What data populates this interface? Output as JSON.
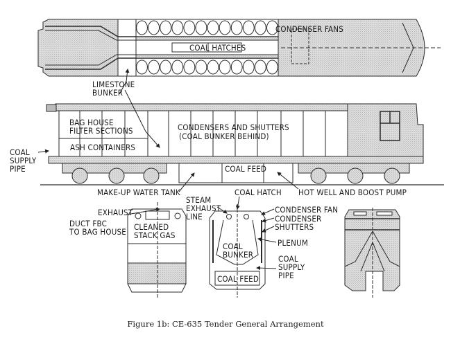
{
  "figure": {
    "caption": "Figure 1b:  CE-635 Tender General Arrangement",
    "colors": {
      "line": "#2a2a2a",
      "shade": "#d9d9d9",
      "background": "#ffffff"
    }
  },
  "plan_view": {
    "labels": {
      "condenser_fans": "CONDENSER FANS",
      "coal_hatches": "COAL HATCHES",
      "limestone_bunker_1": "LIMESTONE",
      "limestone_bunker_2": "BUNKER"
    },
    "fan_count_per_row": 12
  },
  "side_view": {
    "labels": {
      "bag_house_1": "BAG HOUSE",
      "bag_house_2": "FILTER SECTIONS",
      "ash_containers": "ASH CONTAINERS",
      "condensers_1": "CONDENSERS AND SHUTTERS",
      "condensers_2": "(COAL BUNKER BEHIND)",
      "coal_feed": "COAL FEED",
      "coal_supply_1": "COAL",
      "coal_supply_2": "SUPPLY",
      "coal_supply_3": "PIPE",
      "makeup_tank": "MAKE-UP WATER TANK",
      "coal_hatch": "COAL HATCH",
      "hot_well": "HOT WELL AND BOOST PUMP"
    }
  },
  "end_views": {
    "rear": {
      "exhaust": "EXHAUST",
      "duct_1": "DUCT FBC",
      "duct_2": "TO BAG HOUSE",
      "cleaned_1": "CLEANED",
      "cleaned_2": "STACK GAS",
      "steam_1": "STEAM",
      "steam_2": "EXHAUST",
      "steam_3": "LINE"
    },
    "section": {
      "condenser_fan": "CONDENSER FAN",
      "condenser": "CONDENSER",
      "shutters": "SHUTTERS",
      "plenum": "PLENUM",
      "coal_bunker_1": "COAL",
      "coal_bunker_2": "BUNKER",
      "coal_supply_1": "COAL",
      "coal_supply_2": "SUPPLY",
      "coal_supply_3": "PIPE",
      "coal_feed": "COAL FEED"
    }
  }
}
